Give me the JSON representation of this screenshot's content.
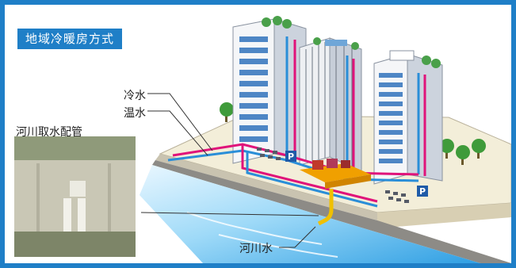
{
  "title": "地域冷暖房方式",
  "labels": {
    "cold_water": "冷水",
    "warm_water": "温水",
    "river_intake_pipe": "河川取水配管",
    "river_water": "河川水"
  },
  "parking_sign": "P",
  "colors": {
    "frame_blue": "#1f7fc7",
    "cold_pipe": "#2a8ed8",
    "warm_pipe": "#e0137a",
    "intake_pipe": "#f0c000",
    "ground": "#f2ecd6",
    "river": "#4fb6ee",
    "plant": "#f0a000"
  }
}
